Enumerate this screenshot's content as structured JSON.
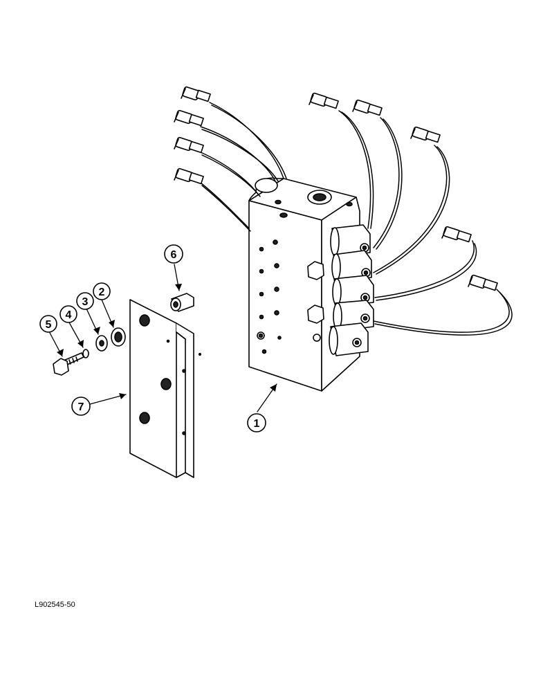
{
  "callouts": [
    {
      "id": "callout-1",
      "label": "1"
    },
    {
      "id": "callout-2",
      "label": "2"
    },
    {
      "id": "callout-3",
      "label": "3"
    },
    {
      "id": "callout-4",
      "label": "4"
    },
    {
      "id": "callout-5",
      "label": "5"
    },
    {
      "id": "callout-6",
      "label": "6"
    },
    {
      "id": "callout-7",
      "label": "7"
    }
  ],
  "figure_code": "L902545-50"
}
